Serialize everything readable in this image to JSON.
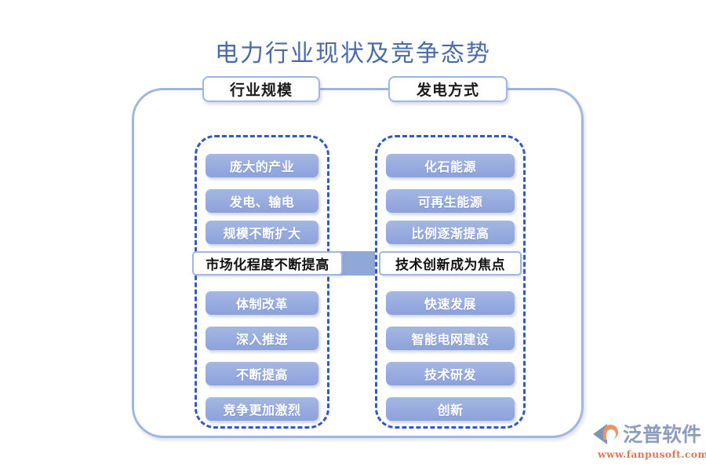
{
  "title": "电力行业现状及竞争态势",
  "colors": {
    "title_text": "#4a6ba8",
    "outer_frame_border": "#9fb6e0",
    "dashed_border": "#3158c6",
    "pill_fill": "#98ace0",
    "pill_text": "#ffffff",
    "white_box_border": "#9fb6e0",
    "white_box_text": "#121212",
    "connector_fill": "#8fa8d8",
    "watermark_name": "#8d9cbb",
    "watermark_url": "#d97b5a"
  },
  "columns": [
    {
      "header": "行业规模",
      "top_items": [
        "庞大的产业",
        "发电、输电",
        "规模不断扩大"
      ],
      "highlight": "市场化程度不断提高",
      "bottom_items": [
        "体制改革",
        "深入推进",
        "不断提高",
        "竞争更加激烈"
      ]
    },
    {
      "header": "发电方式",
      "top_items": [
        "化石能源",
        "可再生能源",
        "比例逐渐提高"
      ],
      "highlight": "技术创新成为焦点",
      "bottom_items": [
        "快速发展",
        "智能电网建设",
        "技术研发",
        "创新"
      ]
    }
  ],
  "watermark": {
    "name": "泛普软件",
    "url": "www.fanpusoft.com"
  }
}
